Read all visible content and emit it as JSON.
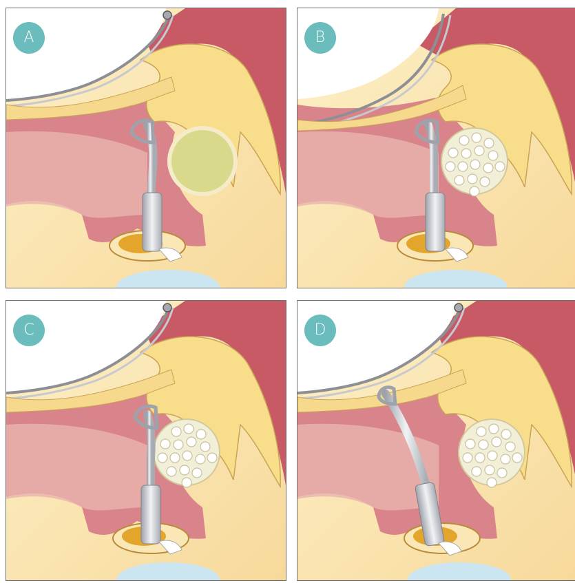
{
  "panels": [
    {
      "label": "A",
      "graft_state": "bone-disc"
    },
    {
      "label": "B",
      "graft_state": "perforated-disc"
    },
    {
      "label": "C",
      "graft_state": "perforated-disc-with-wire-crimp"
    },
    {
      "label": "D",
      "graft_state": "perforated-disc-prosthesis-repositioned"
    }
  ],
  "colors": {
    "badge": "#6bbcbc",
    "bone_yellow": "#f8dd8a",
    "tissue_red": "#c85a66",
    "tissue_pink": "#e9b4ae",
    "graft_green": "#d8d98a",
    "graft_perforated": "#f2efd8",
    "piston_metal": "#c9ccd2",
    "membrane_blue": "#cbe6f1",
    "background_cream": "#fbe7b5"
  }
}
